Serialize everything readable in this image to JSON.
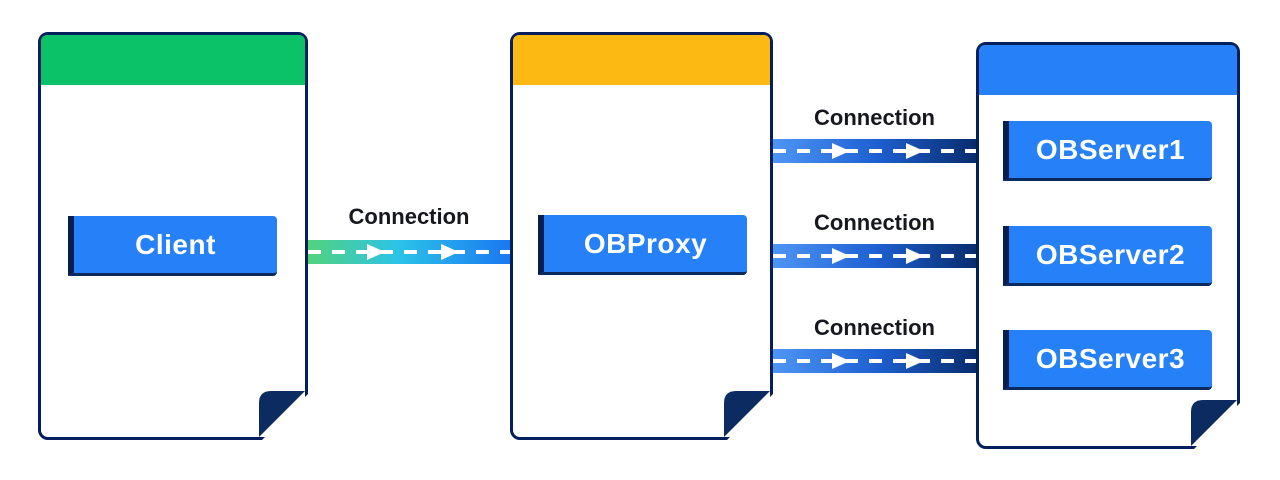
{
  "nodes": {
    "client": {
      "label": "Client",
      "header_color": "#0BC268"
    },
    "obproxy": {
      "label": "OBProxy",
      "header_color": "#FDB913"
    },
    "observer_group": {
      "header_color": "#2680F8",
      "servers": [
        {
          "label": "OBServer1"
        },
        {
          "label": "OBServer2"
        },
        {
          "label": "OBServer3"
        }
      ]
    }
  },
  "connections": {
    "client_to_obproxy": {
      "label": "Connection"
    },
    "obproxy_to_observer1": {
      "label": "Connection"
    },
    "obproxy_to_observer2": {
      "label": "Connection"
    },
    "obproxy_to_observer3": {
      "label": "Connection"
    }
  },
  "colors": {
    "node_button_blue": "#2680F8",
    "card_border_navy": "#04205C",
    "fold_navy": "#0B2B61",
    "label_text": "#16181D",
    "client_arrow_gradient": [
      "#52D37D",
      "#2BC3E8",
      "#1B78F2"
    ],
    "server_arrow_gradient": [
      "#4E96F5",
      "#1E61D3",
      "#082C6E"
    ]
  }
}
